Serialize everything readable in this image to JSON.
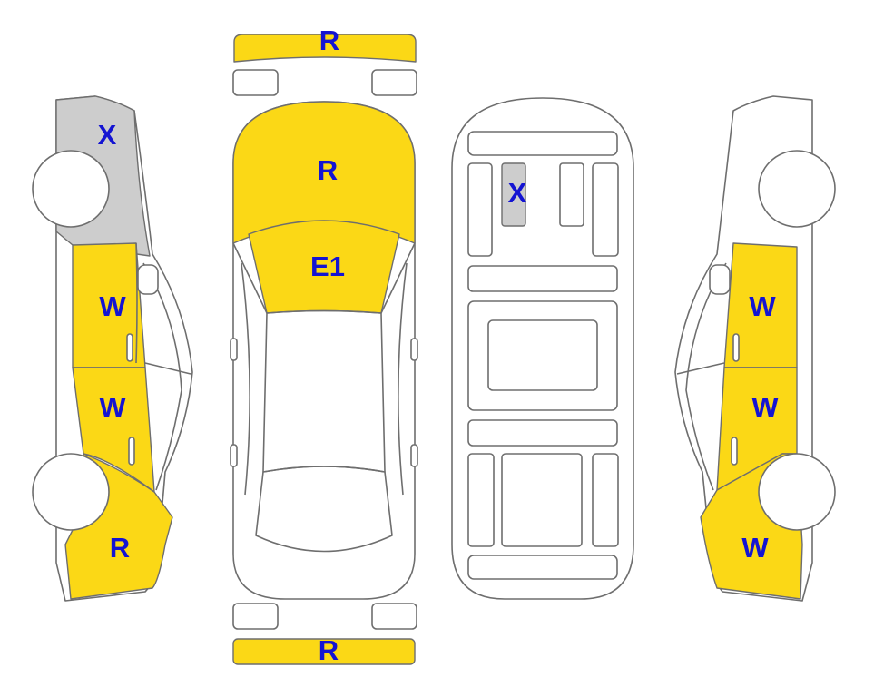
{
  "colors": {
    "damaged": "#fbd816",
    "unknown": "#cdcdcd",
    "outline": "#6e6e6e",
    "label": "#1414d2"
  },
  "labels": {
    "front_bumper": "R",
    "rear_bumper": "R",
    "hood": "R",
    "windshield": "E1",
    "roof_panel": "X",
    "left_fender": "X",
    "left_front_door": "W",
    "left_rear_door": "W",
    "left_quarter": "R",
    "right_front_door": "W",
    "right_rear_door": "W",
    "right_quarter": "W"
  }
}
